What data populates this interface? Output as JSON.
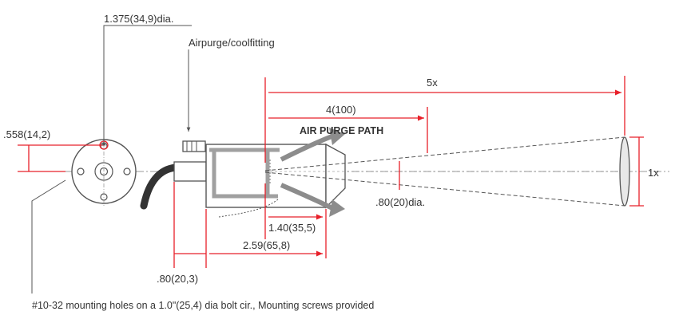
{
  "labels": {
    "housing_dia": "1.375(34,9)dia.",
    "airpurge_fitting": "Airpurge/coolfitting",
    "hole_offset": ".558(14,2)",
    "ratio_distance": "5x",
    "distance_100": "4(100)",
    "air_purge_path": "AIR PURGE PATH",
    "ratio_spot": "1x",
    "aperture_dia": ".80(20)dia.",
    "length_140": "1.40(35,5)",
    "length_259": "2.59(65,8)",
    "length_080": ".80(20,3)",
    "footnote": "#10-32 mounting holes on a 1.0\"(25,4) dia bolt cir., Mounting screws provided"
  },
  "colors": {
    "dimension_red": "#e8202a",
    "outline": "#555555",
    "purge_arrow_gray": "#8c8c8c",
    "centerline": "#9a9a9a"
  }
}
